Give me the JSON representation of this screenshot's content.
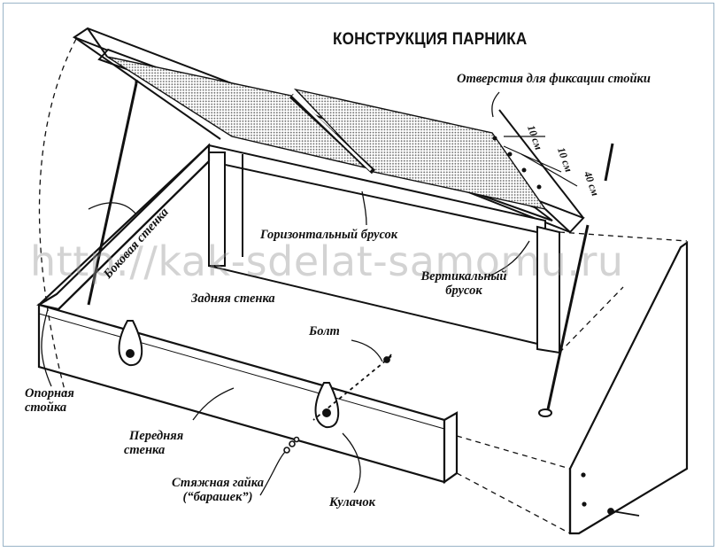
{
  "title": "КОНСТРУКЦИЯ ПАРНИКА",
  "watermark": "http://kak-sdelat-samomu.ru",
  "labels": {
    "holes": "Отверстия для фиксации стойки",
    "dim_1": "10 см",
    "dim_2": "10 см",
    "dim_3": "40 см",
    "side_wall": "Боковая стенка",
    "horizontal_bar": "Горизонтальный брусок",
    "back_wall": "Задняя стенка",
    "vertical_bar_line1": "Вертикальный",
    "vertical_bar_line2": "брусок",
    "bolt": "Болт",
    "support_line1": "Опорная",
    "support_line2": "стойка",
    "front_wall_line1": "Передняя",
    "front_wall_line2": "стенка",
    "nut_line1": "Стяжная гайка",
    "nut_line2": "(“барашек”)",
    "cam": "Кулачок"
  },
  "colors": {
    "ink": "#111111",
    "mesh": "#777777",
    "border": "#9ab4c8"
  }
}
